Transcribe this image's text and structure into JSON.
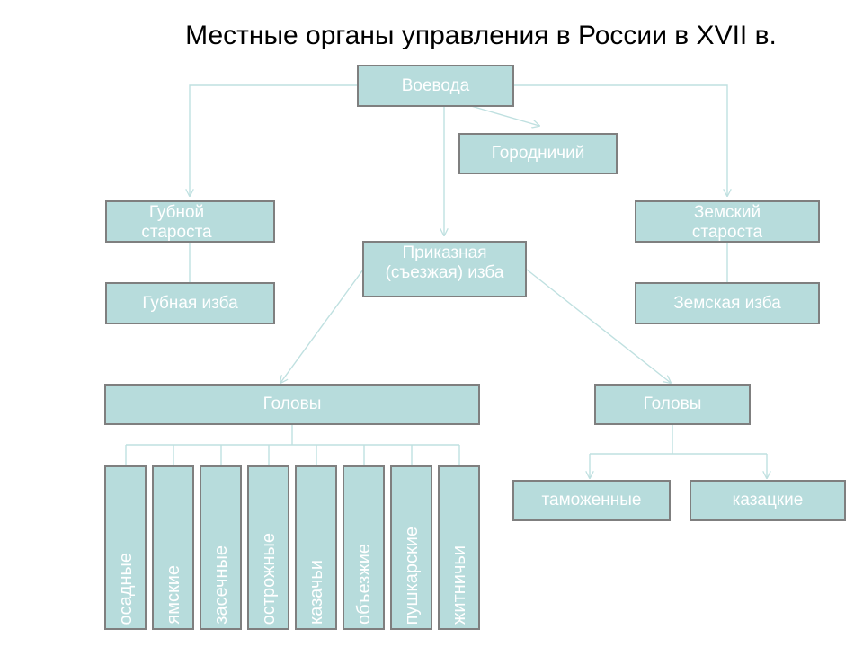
{
  "title": "Местные органы управления в России в XVII в.",
  "nodes": {
    "voevoda": "Воевода",
    "gorodnichiy": "Городничий",
    "gubnoy_starosta": "Губной староста",
    "zemskiy_starosta": "Земский староста",
    "prikaznaya_izba": "Приказная (съезжая) изба",
    "gubnaya_izba": "Губная изба",
    "zemskaya_izba": "Земская изба",
    "golovy_left": "Головы",
    "golovy_right": "Головы",
    "tamozhennye": "таможенные",
    "kazatskie": "казацкие"
  },
  "heads_types": [
    "осадные",
    "ямские",
    "засечные",
    "острожные",
    "казачьи",
    "объезжие",
    "пушкарские",
    "житничьи"
  ],
  "colors": {
    "box_fill": "#b7dcdc",
    "box_border": "#7f7f7f",
    "line": "#bfe0e0",
    "text": "#ffffff"
  }
}
